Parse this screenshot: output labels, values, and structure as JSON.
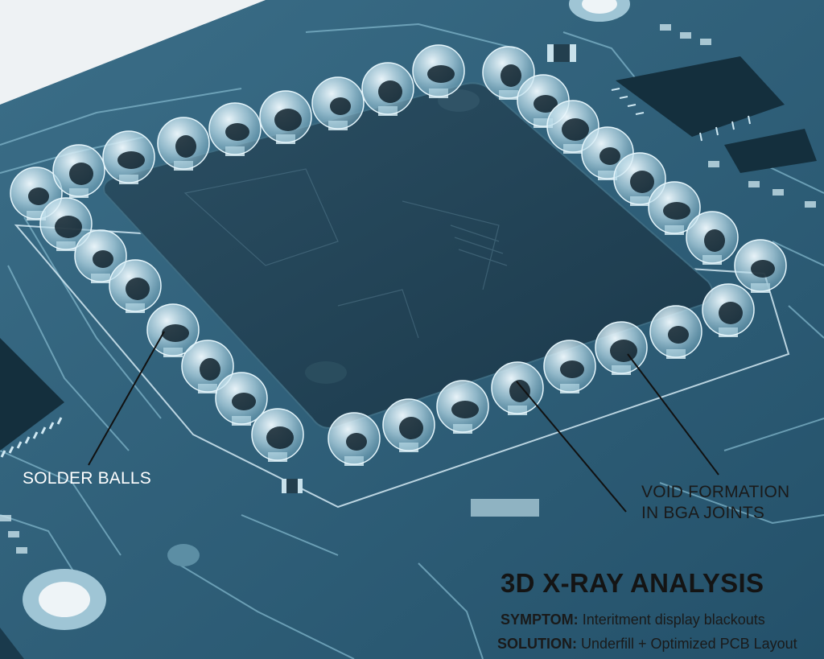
{
  "colors": {
    "board": "#2f5b73",
    "board_dark": "#1e4457",
    "chip": "#1f3f52",
    "trace": "#8fc3d6",
    "ball": "#cfeaf5",
    "void": "#10222d",
    "background": "#eef2f4"
  },
  "icons": [
    "mounting-hole-icon",
    "ic-chip-icon",
    "smd-component-icon"
  ],
  "annotations": {
    "solder_balls": "SOLDER BALLS",
    "void_line1": "VOID FORMATION",
    "void_line2": "IN BGA JOINTS"
  },
  "panel": {
    "title": "3D X-RAY ANALYSIS",
    "symptom_label": "SYMPTOM:",
    "symptom_text": "Interitment display blackouts",
    "solution_label": "SOLUTION:",
    "solution_text": "Underfill + Optimized PCB Layout"
  }
}
